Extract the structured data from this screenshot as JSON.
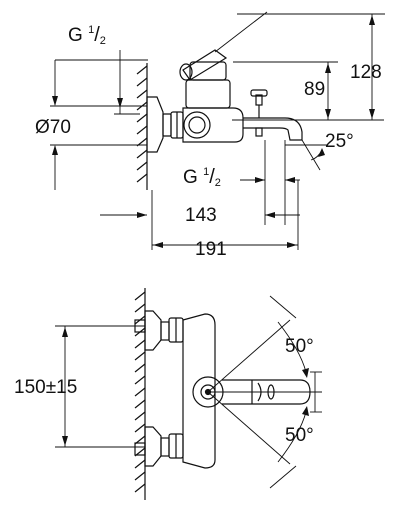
{
  "labels": {
    "thread_top": {
      "prefix": "G ",
      "num": "1",
      "den": "2"
    },
    "diameter": "Ø70",
    "h89": "89",
    "h128": "128",
    "angle25": "25°",
    "thread_spout": {
      "prefix": "G ",
      "num": "1",
      "den": "2"
    },
    "w143": "143",
    "w191": "191",
    "h150": "150±15",
    "angle50_top": "50°",
    "angle50_bottom": "50°"
  }
}
